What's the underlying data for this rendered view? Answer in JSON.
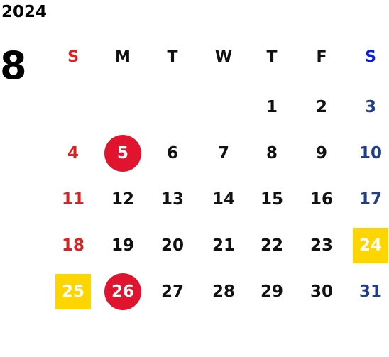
{
  "calendar": {
    "year": "2024",
    "month": "8",
    "colors": {
      "weekday": "#111111",
      "sunday": "#e02020",
      "saturday_header": "#0a1fd6",
      "saturday": "#1f3f8c",
      "holiday_circle": "#e0142e",
      "special_box": "#fdd500"
    },
    "weekdays": [
      "S",
      "M",
      "T",
      "W",
      "T",
      "F",
      "S"
    ],
    "days": [
      {
        "label": "1",
        "col": 4,
        "row": 0,
        "kind": "weekday",
        "mark": "none"
      },
      {
        "label": "2",
        "col": 5,
        "row": 0,
        "kind": "weekday",
        "mark": "none"
      },
      {
        "label": "3",
        "col": 6,
        "row": 0,
        "kind": "saturday",
        "mark": "none"
      },
      {
        "label": "4",
        "col": 0,
        "row": 1,
        "kind": "sunday",
        "mark": "none"
      },
      {
        "label": "5",
        "col": 1,
        "row": 1,
        "kind": "weekday",
        "mark": "circle"
      },
      {
        "label": "6",
        "col": 2,
        "row": 1,
        "kind": "weekday",
        "mark": "none"
      },
      {
        "label": "7",
        "col": 3,
        "row": 1,
        "kind": "weekday",
        "mark": "none"
      },
      {
        "label": "8",
        "col": 4,
        "row": 1,
        "kind": "weekday",
        "mark": "none"
      },
      {
        "label": "9",
        "col": 5,
        "row": 1,
        "kind": "weekday",
        "mark": "none"
      },
      {
        "label": "10",
        "col": 6,
        "row": 1,
        "kind": "saturday",
        "mark": "none"
      },
      {
        "label": "11",
        "col": 0,
        "row": 2,
        "kind": "sunday",
        "mark": "none"
      },
      {
        "label": "12",
        "col": 1,
        "row": 2,
        "kind": "weekday",
        "mark": "none"
      },
      {
        "label": "13",
        "col": 2,
        "row": 2,
        "kind": "weekday",
        "mark": "none"
      },
      {
        "label": "14",
        "col": 3,
        "row": 2,
        "kind": "weekday",
        "mark": "none"
      },
      {
        "label": "15",
        "col": 4,
        "row": 2,
        "kind": "weekday",
        "mark": "none"
      },
      {
        "label": "16",
        "col": 5,
        "row": 2,
        "kind": "weekday",
        "mark": "none"
      },
      {
        "label": "17",
        "col": 6,
        "row": 2,
        "kind": "saturday",
        "mark": "none"
      },
      {
        "label": "18",
        "col": 0,
        "row": 3,
        "kind": "sunday",
        "mark": "none"
      },
      {
        "label": "19",
        "col": 1,
        "row": 3,
        "kind": "weekday",
        "mark": "none"
      },
      {
        "label": "20",
        "col": 2,
        "row": 3,
        "kind": "weekday",
        "mark": "none"
      },
      {
        "label": "21",
        "col": 3,
        "row": 3,
        "kind": "weekday",
        "mark": "none"
      },
      {
        "label": "22",
        "col": 4,
        "row": 3,
        "kind": "weekday",
        "mark": "none"
      },
      {
        "label": "23",
        "col": 5,
        "row": 3,
        "kind": "weekday",
        "mark": "none"
      },
      {
        "label": "24",
        "col": 6,
        "row": 3,
        "kind": "saturday",
        "mark": "box"
      },
      {
        "label": "25",
        "col": 0,
        "row": 4,
        "kind": "sunday",
        "mark": "box"
      },
      {
        "label": "26",
        "col": 1,
        "row": 4,
        "kind": "weekday",
        "mark": "circle"
      },
      {
        "label": "27",
        "col": 2,
        "row": 4,
        "kind": "weekday",
        "mark": "none"
      },
      {
        "label": "28",
        "col": 3,
        "row": 4,
        "kind": "weekday",
        "mark": "none"
      },
      {
        "label": "29",
        "col": 4,
        "row": 4,
        "kind": "weekday",
        "mark": "none"
      },
      {
        "label": "30",
        "col": 5,
        "row": 4,
        "kind": "weekday",
        "mark": "none"
      },
      {
        "label": "31",
        "col": 6,
        "row": 4,
        "kind": "saturday",
        "mark": "none"
      }
    ]
  }
}
